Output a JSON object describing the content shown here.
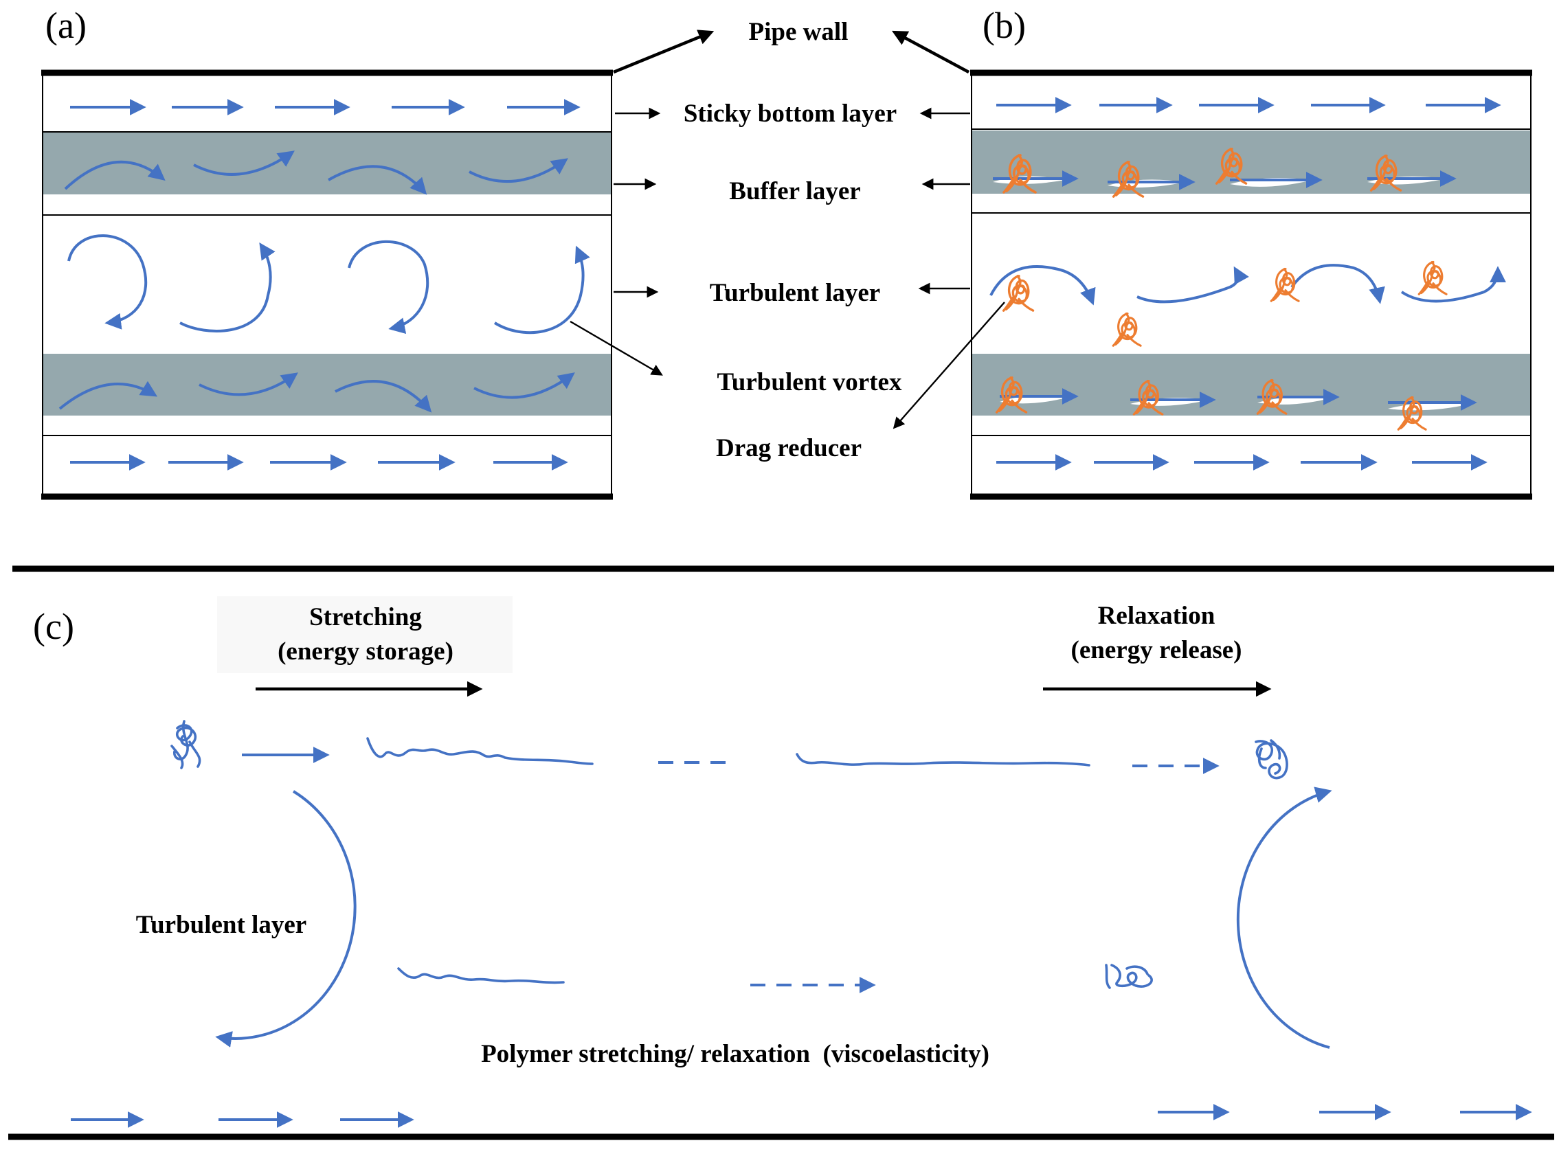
{
  "panels": {
    "a": "(a)",
    "b": "(b)",
    "c": "(c)"
  },
  "labels": {
    "pipe_wall": "Pipe wall",
    "sticky_bottom_layer": "Sticky bottom layer",
    "buffer_layer": "Buffer layer",
    "turbulent_layer": "Turbulent layer",
    "turbulent_vortex": "Turbulent vortex",
    "drag_reducer": "Drag reducer"
  },
  "panel_c": {
    "stretching": "Stretching",
    "stretching_sub": "(energy storage)",
    "relaxation": "Relaxation",
    "relaxation_sub": "(energy release)",
    "turbulent_layer": "Turbulent layer",
    "caption": "Polymer stretching/ relaxation  (viscoelasticity)"
  },
  "colors": {
    "flow_arrows": "#4472c4",
    "buffer_band": "#95a8ad",
    "drag_reducer_molecule": "#ed7d31",
    "wall": "#000000"
  }
}
